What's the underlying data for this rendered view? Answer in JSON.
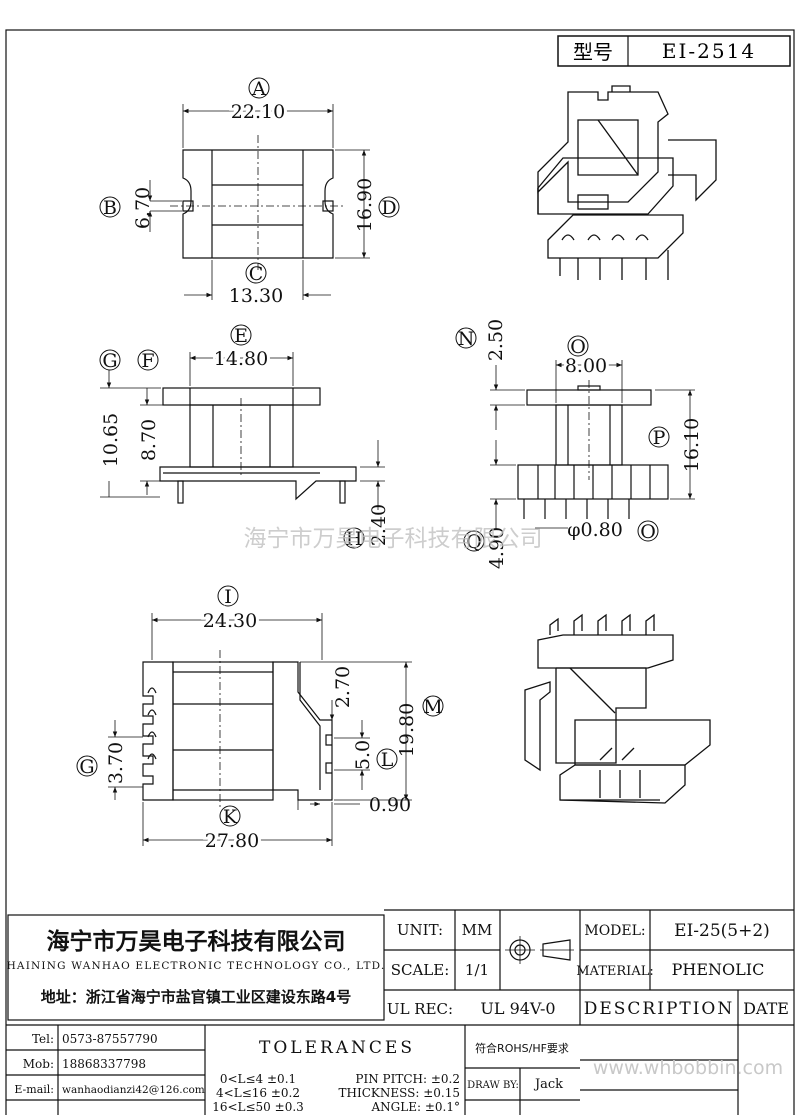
{
  "title_block": {
    "model_label": "型号",
    "model_value": "EI-2514"
  },
  "views": {
    "top": {
      "A": "A",
      "dim_a": "22.10",
      "B": "B",
      "dim_b": "6.70",
      "C": "C",
      "dim_c": "13.30",
      "D": "D",
      "dim_d": "16.90"
    },
    "front": {
      "E": "E",
      "dim_e": "14.80",
      "F": "F",
      "dim_f": "8.70",
      "G": "G",
      "dim_g": "10.65",
      "H": "H",
      "dim_h": "2.40"
    },
    "side": {
      "N": "N",
      "dim_n": "2.50",
      "O": "O",
      "dim_o": "8.00",
      "P": "P",
      "dim_p": "16.10",
      "Q": "Q",
      "dim_q": "4.90",
      "pin": "φ0.80",
      "O2": "O"
    },
    "bottom": {
      "I": "I",
      "dim_i": "24.30",
      "M": "M",
      "dim_m": "19.80",
      "dim_m2": "2.70",
      "L": "L",
      "dim_l": "5.0",
      "G": "G",
      "dim_g": "3.70",
      "K": "K",
      "dim_k": "27.80",
      "dim_k2": "0.90"
    }
  },
  "watermark": "海宁市万昊电子科技有限公司",
  "company": {
    "name_cn": "海宁市万昊电子科技有限公司",
    "name_en": "HAINING WANHAO ELECTRONIC TECHNOLOGY CO., LTD.",
    "address": "地址：浙江省海宁市盐官镇工业区建设东路4号"
  },
  "info": {
    "unit_label": "UNIT:",
    "unit_value": "MM",
    "scale_label": "SCALE:",
    "scale_value": "1/1",
    "ulrec_label": "UL REC:",
    "ulrec_value": "UL 94V-0",
    "model_label": "MODEL:",
    "model_value": "EI-25(5+2)",
    "material_label": "MATERIAL:",
    "material_value": "PHENOLIC",
    "description": "DESCRIPTION",
    "date": "DATE"
  },
  "contacts": {
    "tel_label": "Tel:",
    "tel": "0573-87557790",
    "mob_label": "Mob:",
    "mob": "18868337798",
    "email_label": "E-mail:",
    "email": "wanhaodianzi42@126.com"
  },
  "tolerances": {
    "title": "TOLERANCES",
    "r1": "0<L≤4 ±0.1",
    "r2": "4<L≤16 ±0.2",
    "r3": "16<L≤50 ±0.3",
    "p1": "PIN PITCH: ±0.2",
    "p2": "THICKNESS: ±0.15",
    "p3": "ANGLE: ±0.1°"
  },
  "rohs": "符合ROHS/HF要求",
  "draw_by_label": "DRAW BY:",
  "draw_by": "Jack",
  "web_watermark": "www.whbobbin.com"
}
